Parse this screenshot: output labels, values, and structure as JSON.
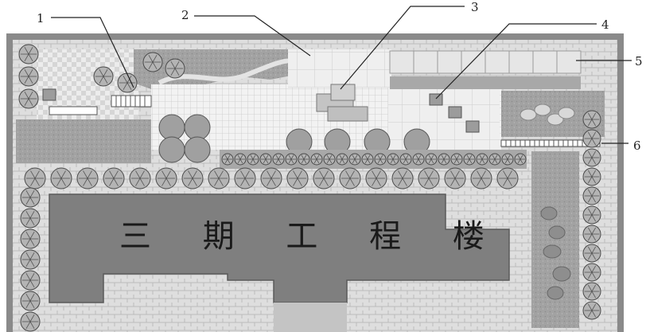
{
  "building": {
    "label": "三 期 工 程 楼"
  },
  "callouts": [
    {
      "number": "1"
    },
    {
      "number": "2"
    },
    {
      "number": "3"
    },
    {
      "number": "4"
    },
    {
      "number": "5"
    },
    {
      "number": "6"
    }
  ],
  "colors": {
    "page_bg": "#ffffff",
    "site_frame": "#8a8a8a",
    "building": "#7f7f7f",
    "paving_light": "#dcdcdc",
    "grass_dark": "#9a9a9a",
    "tree_fill": "#b4b4b4",
    "leader_line": "#222222"
  }
}
